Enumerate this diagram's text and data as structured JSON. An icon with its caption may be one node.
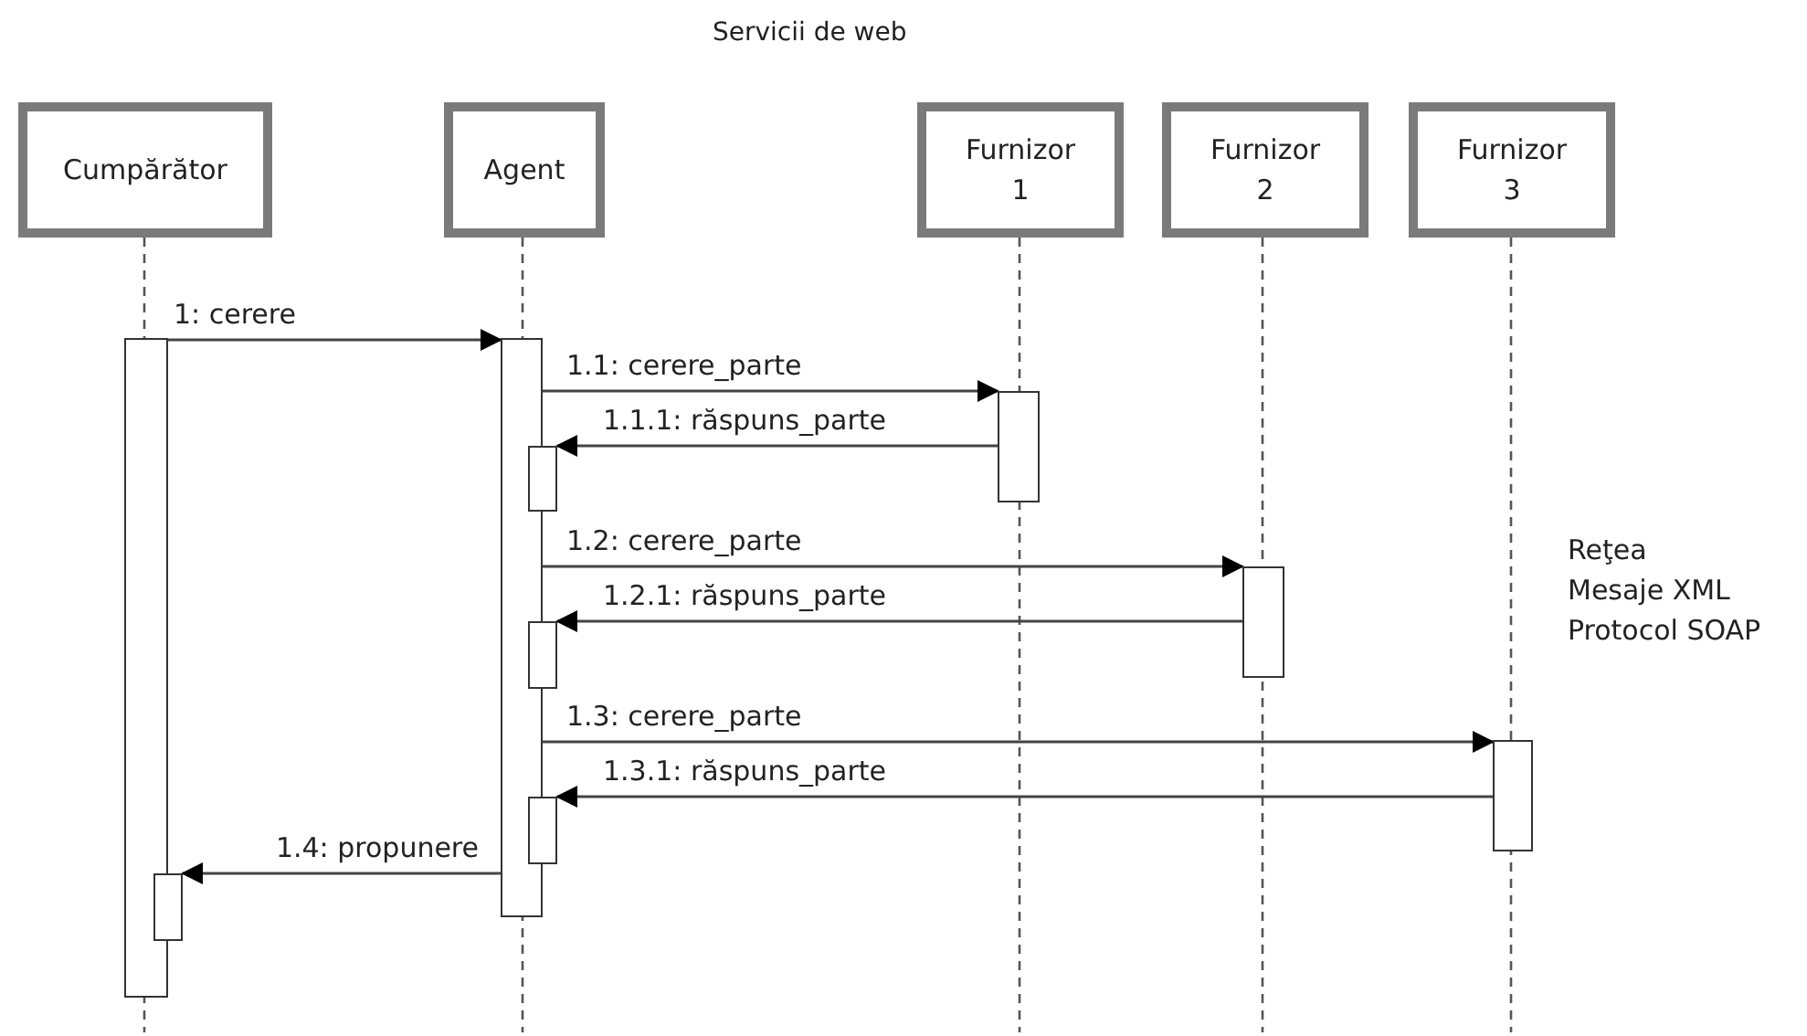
{
  "diagram": {
    "title": "Servicii de web",
    "nodes": [
      {
        "text": [
          "Cumpărător"
        ]
      },
      {
        "text": [
          "Agent"
        ]
      },
      {
        "text": [
          "Furnizor 1"
        ]
      },
      {
        "text": [
          "Furnizor 2"
        ]
      },
      {
        "text": [
          "Furnizor 3"
        ]
      },
      {
        "text": [],
        "shape": "bar"
      },
      {
        "text": [],
        "shape": "bar"
      },
      {
        "text": [],
        "shape": "bar"
      },
      {
        "text": [],
        "shape": "bar"
      },
      {
        "text": [],
        "shape": "bar"
      },
      {
        "text": [],
        "shape": "bar"
      },
      {
        "text": [],
        "shape": "bar"
      },
      {
        "text": [],
        "shape": "bar"
      },
      {
        "text": [],
        "shape": "bar"
      }
    ],
    "edges": [
      {
        "from": 5,
        "to": 7,
        "arrow": "to",
        "label": "1: cerere"
      },
      {
        "from": 7,
        "to": 11,
        "arrow": "to",
        "label": "1.1: cerere_parte"
      },
      {
        "from": 11,
        "to": 8,
        "arrow": "to",
        "label": "1.1.1: răspuns_parte"
      },
      {
        "from": 7,
        "to": 12,
        "arrow": "to",
        "label": "1.2: cerere_parte"
      },
      {
        "from": 12,
        "to": 9,
        "arrow": "to",
        "label": "1.2.1: răspuns_parte"
      },
      {
        "from": 7,
        "to": 13,
        "arrow": "to",
        "label": "1.3: cerere_parte"
      },
      {
        "from": 13,
        "to": 10,
        "arrow": "to",
        "label": "1.3.1: răspuns_parte"
      },
      {
        "from": 7,
        "to": 6,
        "arrow": "to",
        "label": "1.4: propunere"
      }
    ],
    "labels": [
      "Reţea",
      "Mesaje XML",
      "Protocol SOAP"
    ]
  }
}
